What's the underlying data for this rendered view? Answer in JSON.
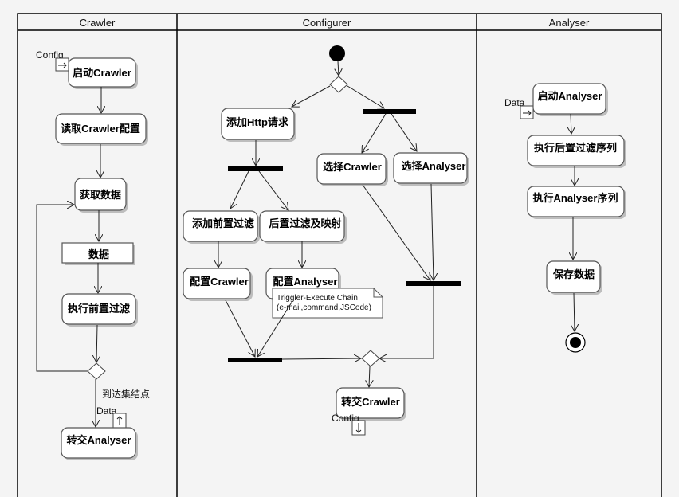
{
  "lanes": {
    "crawler": "Crawler",
    "configurer": "Configurer",
    "analyser": "Analyser"
  },
  "crawler": {
    "config_pin": "Config",
    "start": "启动Crawler",
    "read_config": "读取Crawler配置",
    "fetch_data": "获取数据",
    "data_object": "数据",
    "pre_filter": "执行前置过滤",
    "reach_leaf": "到达集结点",
    "data_pin": "Data",
    "to_analyser": "转交Analyser"
  },
  "configurer": {
    "add_http": "添加Http请求",
    "choose_crawler": "选择Crawler",
    "choose_analyser": "选择Analyser",
    "add_pre_filter": "添加前置过滤",
    "post_filter_map": "后置过滤及映射",
    "config_crawler": "配置Crawler",
    "config_analyser": "配置Analyser",
    "note_line1": "Triggler-Execute Chain",
    "note_line2": "(e-mail,command,JSCode)",
    "to_crawler": "转交Crawler",
    "config_pin": "Config"
  },
  "analyser": {
    "data_pin": "Data",
    "start": "启动Analyser",
    "post_filter_seq": "执行后置过滤序列",
    "analyser_seq": "执行Analyser序列",
    "save": "保存数据"
  }
}
